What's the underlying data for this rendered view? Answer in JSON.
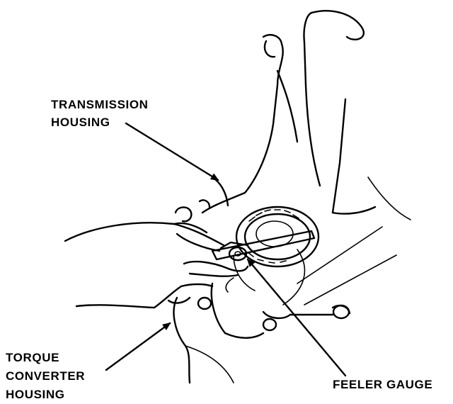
{
  "labels": {
    "transmission_housing": [
      "TRANSMISSION",
      "HOUSING"
    ],
    "torque_converter_housing": [
      "TORQUE",
      "CONVERTER",
      "HOUSING"
    ],
    "feeler_gauge": "FEELER GAUGE"
  },
  "colors": {
    "ink": "#000000",
    "background": "#ffffff"
  }
}
